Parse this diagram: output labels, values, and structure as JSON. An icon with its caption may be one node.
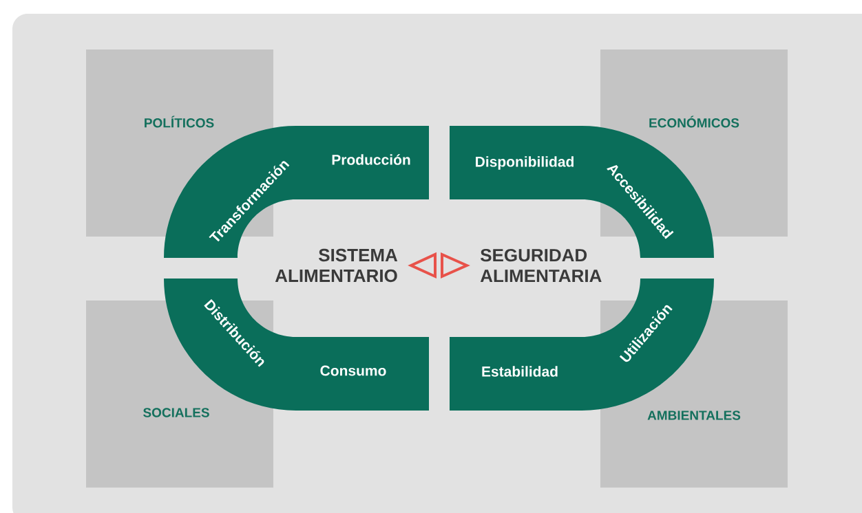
{
  "diagram": {
    "nodes": [
      {
        "text": [
          "POLÍTICOS"
        ]
      },
      {
        "text": [
          "ECONÓMICOS"
        ]
      },
      {
        "text": [
          "Transformación",
          "Producción"
        ]
      },
      {
        "text": [
          "Disponibilidad",
          "Accesibilidad"
        ]
      },
      {
        "text": [
          "SISTEMA ALIMENTARIO"
        ]
      },
      {
        "text": [
          "SEGURIDAD ALIMENTARIA"
        ]
      },
      {
        "text": [
          "Distribución",
          "Consumo"
        ]
      },
      {
        "text": [
          "Estabilidad",
          "Utilización"
        ]
      },
      {
        "text": [
          "SOCIALES"
        ]
      },
      {
        "text": [
          "AMBIENTALES"
        ]
      }
    ],
    "edges": [
      {
        "from": 4,
        "to": 5,
        "arrow": "both"
      }
    ]
  }
}
